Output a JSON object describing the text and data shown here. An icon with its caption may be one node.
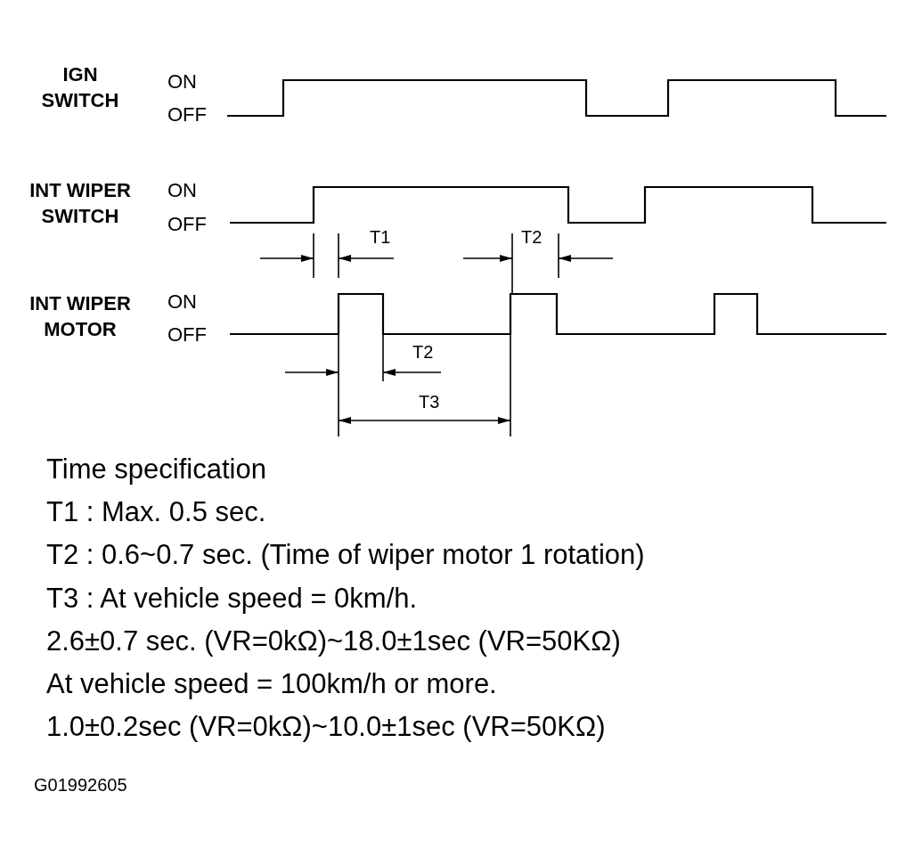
{
  "diagram": {
    "labels": [
      "IGN SWITCH",
      "ON",
      "OFF",
      "INT WIPER SWITCH",
      "ON",
      "OFF",
      "T1",
      "T2",
      "INT WIPER MOTOR",
      "ON",
      "OFF",
      "T2",
      "T3",
      "Time specification",
      "T1 :  Max.  0.5 sec.",
      "T2 : 0.6~0.7 sec. (Time of wiper motor 1 rotation)",
      "T3 :  At vehicle speed = 0km/h.",
      "2.6±0.7 sec. (VR=0kΩ)~18.0±1sec (VR=50KΩ)",
      "At vehicle speed = 100km/h or more.",
      "1.0±0.2sec (VR=0kΩ)~10.0±1sec (VR=50KΩ)",
      "G01992605"
    ]
  }
}
